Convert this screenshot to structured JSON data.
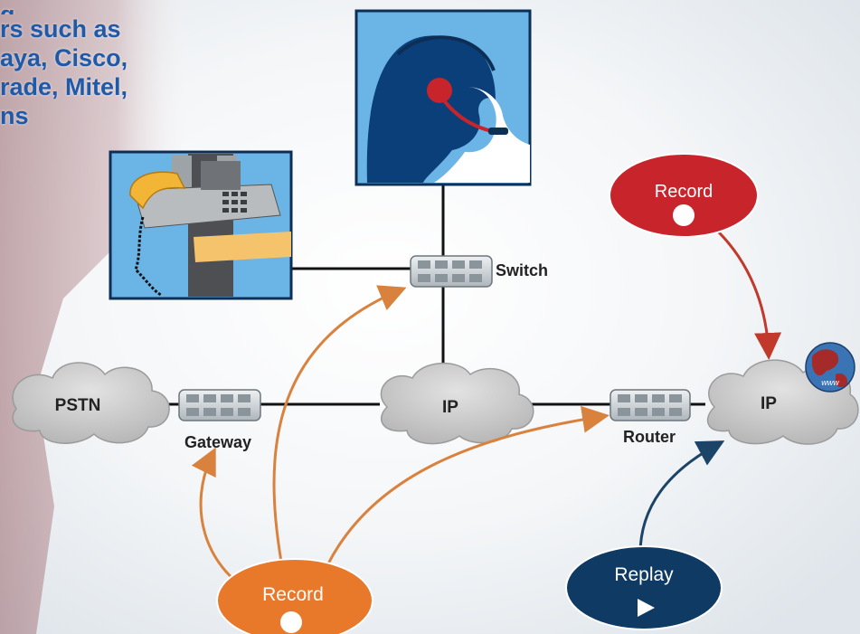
{
  "intro_lines": [
    "g",
    "rs such as",
    "aya, Cisco,",
    "rade, Mitel,",
    "ns"
  ],
  "nodes": {
    "pstn": "PSTN",
    "ip_center": "IP",
    "ip_right": "IP",
    "gateway": "Gateway",
    "router": "Router",
    "switch": "Switch"
  },
  "record_top": "Record",
  "record_bottom": "Record",
  "replay": "Replay",
  "globe_text": "www",
  "colors": {
    "background": "#6bb4e6",
    "record_orange": "#e8782a",
    "record_red": "#c8242b",
    "replay_navy": "#0f3a63",
    "arrow_orange": "#d9823e",
    "arrow_red": "#c0392b",
    "arrow_navy": "#1b4468",
    "cloud_gray": "#c8c8c8",
    "text_blue": "#1e5aa8"
  }
}
